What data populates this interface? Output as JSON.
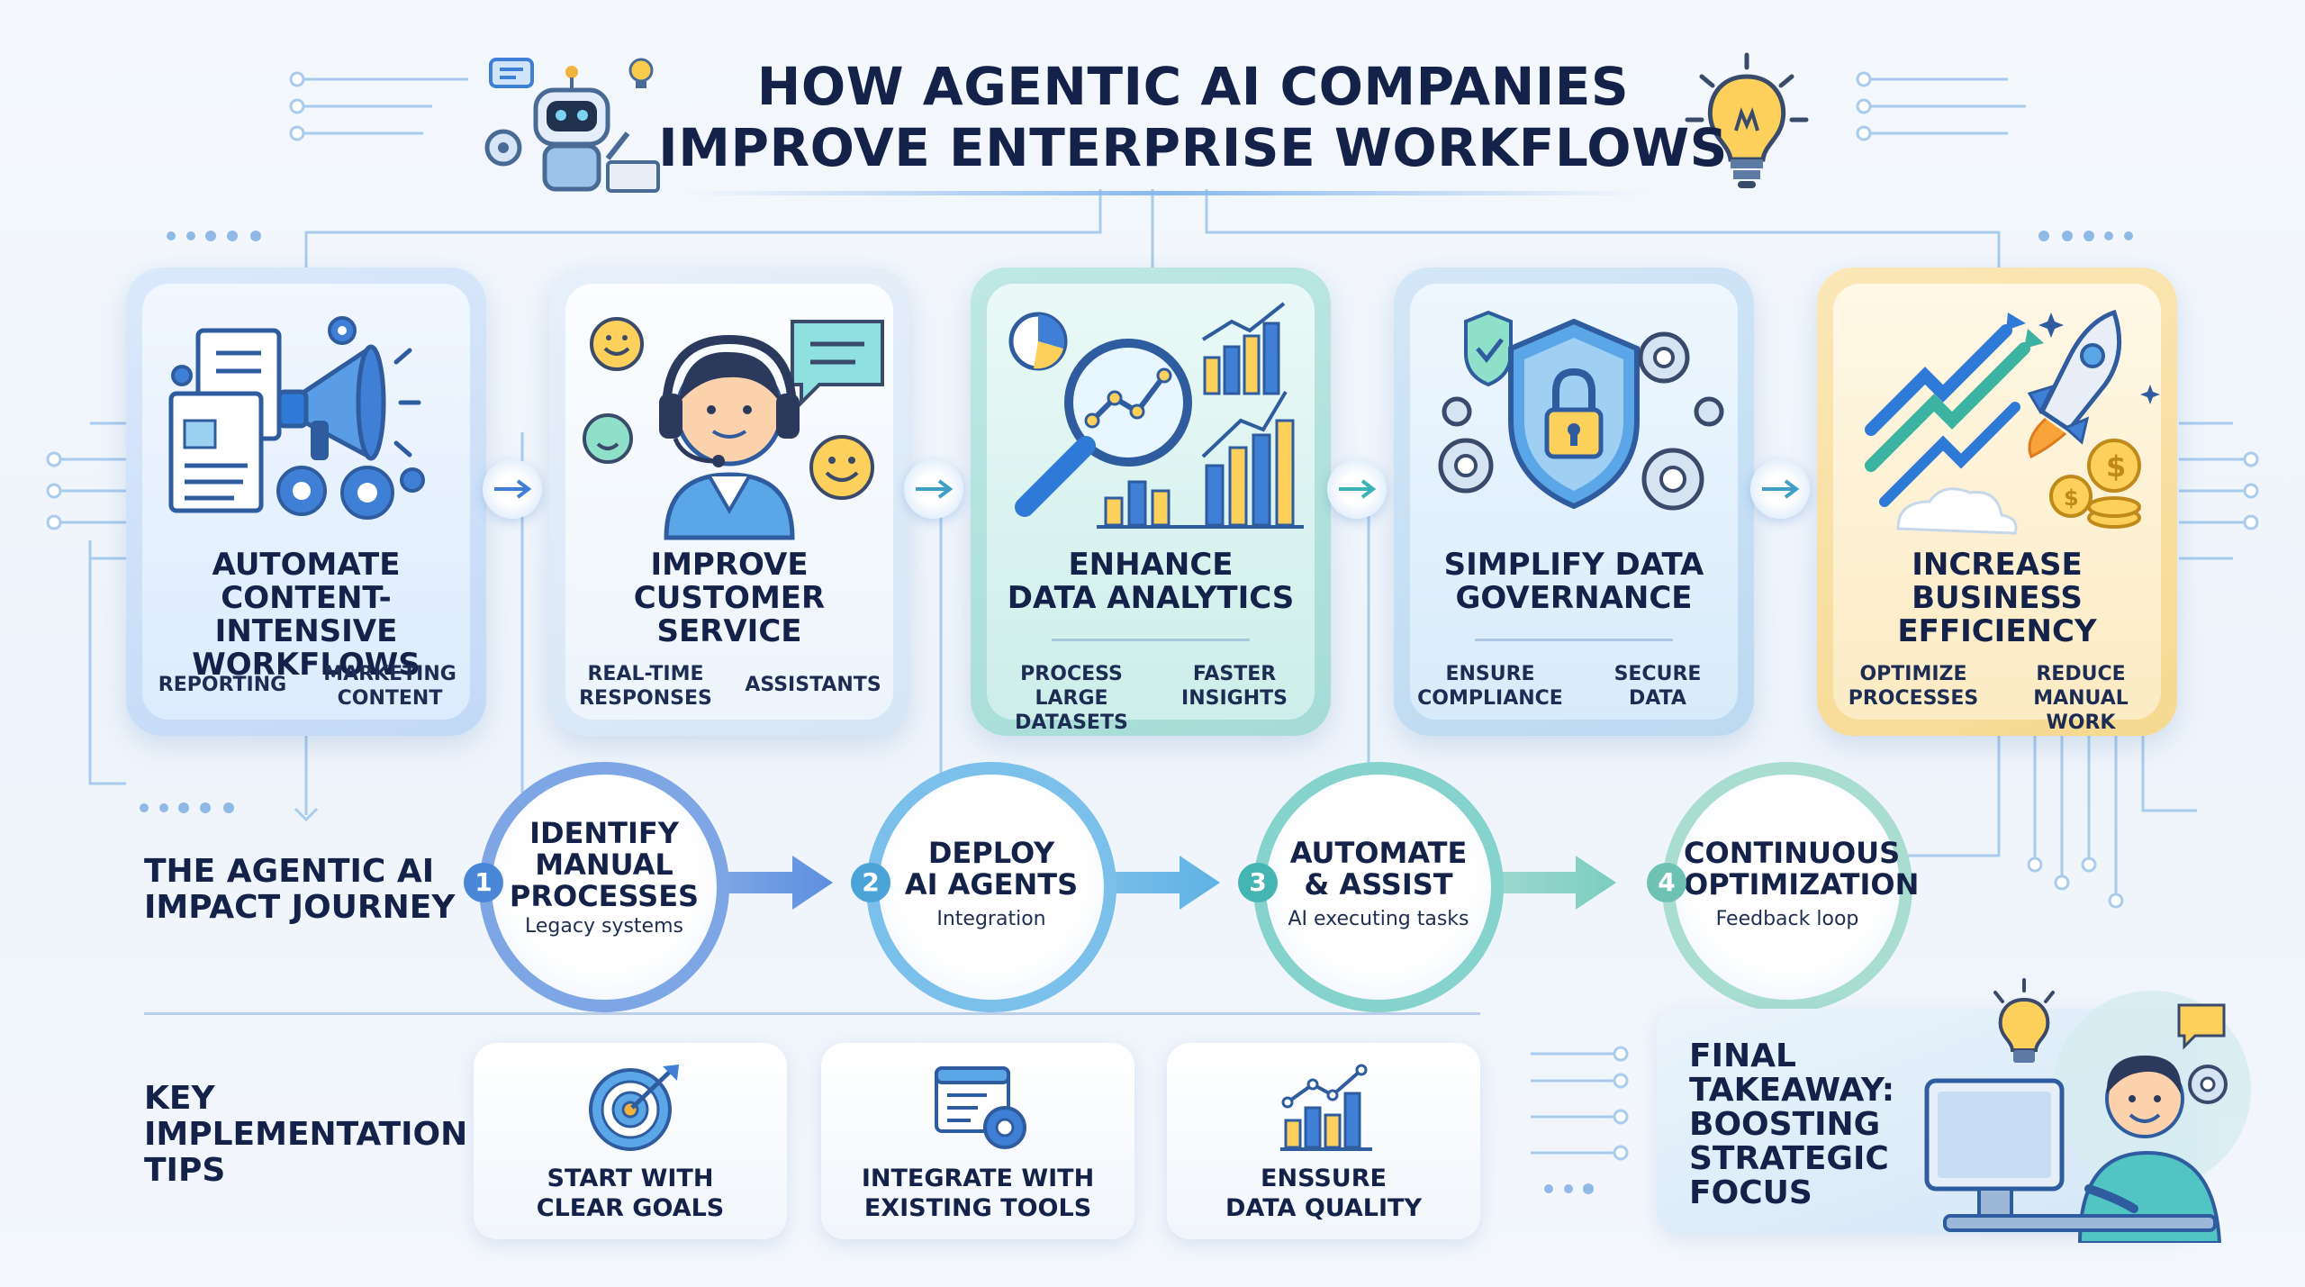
{
  "title": {
    "line1": "HOW AGENTIC AI COMPANIES",
    "line2": "IMPROVE ENTERPRISE WORKFLOWS"
  },
  "benefits": [
    {
      "title": [
        "AUTOMATE",
        "CONTENT-INTENSIVE",
        "WORKFLOWS"
      ],
      "sub_left": [
        "REPORTING"
      ],
      "sub_right": [
        "MARKETING",
        "CONTENT"
      ],
      "icon": "megaphone-documents-icon"
    },
    {
      "title": [
        "IMPROVE",
        "CUSTOMER SERVICE"
      ],
      "sub_left": [
        "REAL-TIME",
        "RESPONSES"
      ],
      "sub_right": [
        "ASSISTANTS"
      ],
      "icon": "support-agent-icon"
    },
    {
      "title": [
        "ENHANCE",
        "DATA ANALYTICS"
      ],
      "sub_left": [
        "PROCESS LARGE",
        "DATASETS"
      ],
      "sub_right": [
        "FASTER",
        "INSIGHTS"
      ],
      "icon": "magnifier-chart-icon"
    },
    {
      "title": [
        "SIMPLIFY DATA",
        "GOVERNANCE"
      ],
      "sub_left": [
        "ENSURE",
        "COMPLIANCE"
      ],
      "sub_right": [
        "SECURE",
        "DATA"
      ],
      "icon": "shield-lock-icon"
    },
    {
      "title": [
        "INCREASE",
        "BUSINESS",
        "EFFICIENCY"
      ],
      "sub_left": [
        "OPTIMIZE",
        "PROCESSES"
      ],
      "sub_right": [
        "REDUCE",
        "MANUAL WORK"
      ],
      "icon": "rocket-growth-icon"
    }
  ],
  "journey": {
    "label": [
      "THE AGENTIC AI",
      "IMPACT JOURNEY"
    ],
    "steps": [
      {
        "num": "1",
        "title": [
          "IDENTIFY",
          "MANUAL",
          "PROCESSES"
        ],
        "desc": "Legacy systems"
      },
      {
        "num": "2",
        "title": [
          "DEPLOY",
          "AI AGENTS"
        ],
        "desc": "Integration"
      },
      {
        "num": "3",
        "title": [
          "AUTOMATE",
          "& ASSIST"
        ],
        "desc": "AI executing tasks"
      },
      {
        "num": "4",
        "title": [
          "CONTINUOUS",
          "OPTIMIZATION"
        ],
        "desc": "Feedback loop"
      }
    ]
  },
  "tips": {
    "label": [
      "KEY",
      "IMPLEMENTATION",
      "TIPS"
    ],
    "items": [
      {
        "text": [
          "START WITH",
          "CLEAR GOALS"
        ],
        "icon": "target-icon"
      },
      {
        "text": [
          "INTEGRATE WITH",
          "EXISTING TOOLS"
        ],
        "icon": "window-gear-icon"
      },
      {
        "text": [
          "ENSSURE",
          "DATA QUALITY"
        ],
        "icon": "bar-chart-icon"
      }
    ]
  },
  "final": {
    "text": [
      "FINAL",
      "TAKEAWAY:",
      "BOOSTING",
      "STRATEGIC",
      "FOCUS"
    ],
    "icon": "person-at-computer-icon"
  },
  "colors": {
    "text": "#14224a",
    "blue": "#3f7fd6",
    "teal": "#3bb3b5",
    "gold": "#f2b33d",
    "circuit": "#9cc4ea"
  }
}
